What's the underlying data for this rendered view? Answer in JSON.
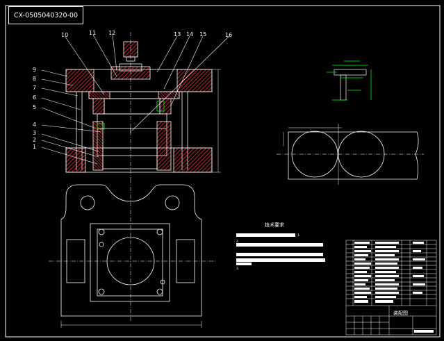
{
  "drawing": {
    "number": "CX-0505040320-00",
    "title_block_name": "装配图",
    "tech_heading": "技术要求",
    "tech_lines": [
      "1.",
      "2.",
      "3."
    ]
  },
  "callouts": [
    {
      "label": "1"
    },
    {
      "label": "2"
    },
    {
      "label": "3"
    },
    {
      "label": "4"
    },
    {
      "label": "5"
    },
    {
      "label": "6"
    },
    {
      "label": "7"
    },
    {
      "label": "8"
    },
    {
      "label": "9"
    },
    {
      "label": "10"
    },
    {
      "label": "11"
    },
    {
      "label": "12"
    },
    {
      "label": "13"
    },
    {
      "label": "14"
    },
    {
      "label": "15"
    },
    {
      "label": "16"
    }
  ],
  "colors": {
    "line": "#ffffff",
    "dim": "#00ff00",
    "hatch": "#ff3b3b",
    "red": "#ff0000",
    "background": "#000000"
  }
}
